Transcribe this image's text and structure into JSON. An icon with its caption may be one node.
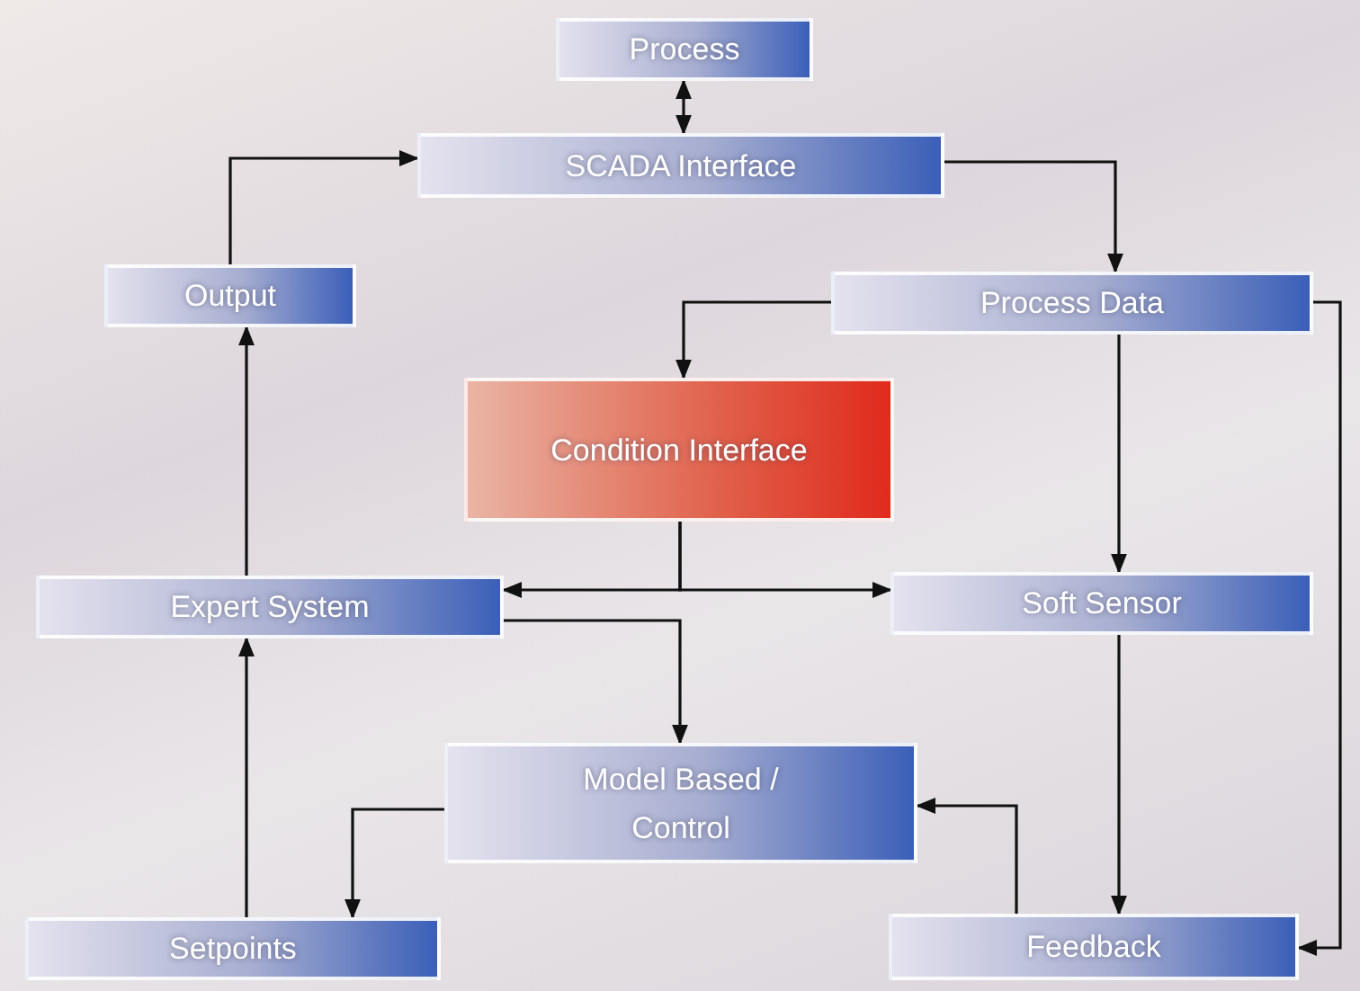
{
  "diagram": {
    "nodes": [
      {
        "text": [
          "Process"
        ]
      },
      {
        "text": [
          "SCADA Interface"
        ]
      },
      {
        "text": [
          "Output"
        ]
      },
      {
        "text": [
          "Process Data"
        ]
      },
      {
        "text": [
          "Condition Interface"
        ]
      },
      {
        "text": [
          "Expert System"
        ]
      },
      {
        "text": [
          "Soft Sensor"
        ]
      },
      {
        "text": [
          "Model Based / Control"
        ]
      },
      {
        "text": [
          "Setpoints"
        ]
      },
      {
        "text": [
          "Feedback"
        ]
      }
    ],
    "edges": [
      {
        "from": 0,
        "to": 1,
        "arrow": "both"
      },
      {
        "from": 2,
        "to": 1,
        "arrow": "to"
      },
      {
        "from": 1,
        "to": 3,
        "arrow": "to"
      },
      {
        "from": 3,
        "to": 4,
        "arrow": "to"
      },
      {
        "from": 3,
        "to": 6,
        "arrow": "to"
      },
      {
        "from": 3,
        "to": 9,
        "arrow": "to"
      },
      {
        "from": 4,
        "to": 5,
        "arrow": "to"
      },
      {
        "from": 4,
        "to": 6,
        "arrow": "to"
      },
      {
        "from": 5,
        "to": 7,
        "arrow": "to"
      },
      {
        "from": 5,
        "to": 2,
        "arrow": "to"
      },
      {
        "from": 8,
        "to": 5,
        "arrow": "to"
      },
      {
        "from": 7,
        "to": 8,
        "arrow": "to"
      },
      {
        "from": 9,
        "to": 7,
        "arrow": "to"
      },
      {
        "from": 6,
        "to": 9,
        "arrow": "to"
      }
    ]
  }
}
